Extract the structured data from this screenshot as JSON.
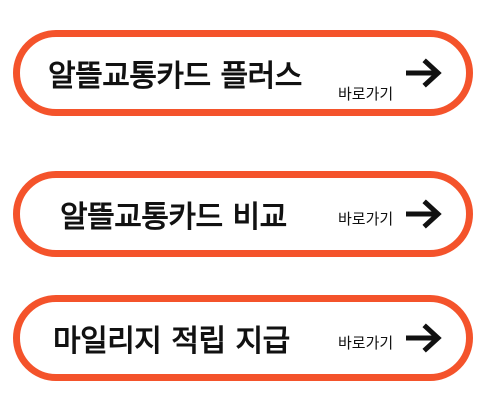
{
  "colors": {
    "border": "#f4532b",
    "text": "#111111",
    "background": "#ffffff"
  },
  "buttons": [
    {
      "title": "알뜰교통카드 플러스",
      "go_label": "바로가기",
      "icon": "arrow-right-icon"
    },
    {
      "title": "알뜰교통카드 비교",
      "go_label": "바로가기",
      "icon": "arrow-right-icon"
    },
    {
      "title": "마일리지 적립 지급",
      "go_label": "바로가기",
      "icon": "arrow-right-icon"
    }
  ]
}
